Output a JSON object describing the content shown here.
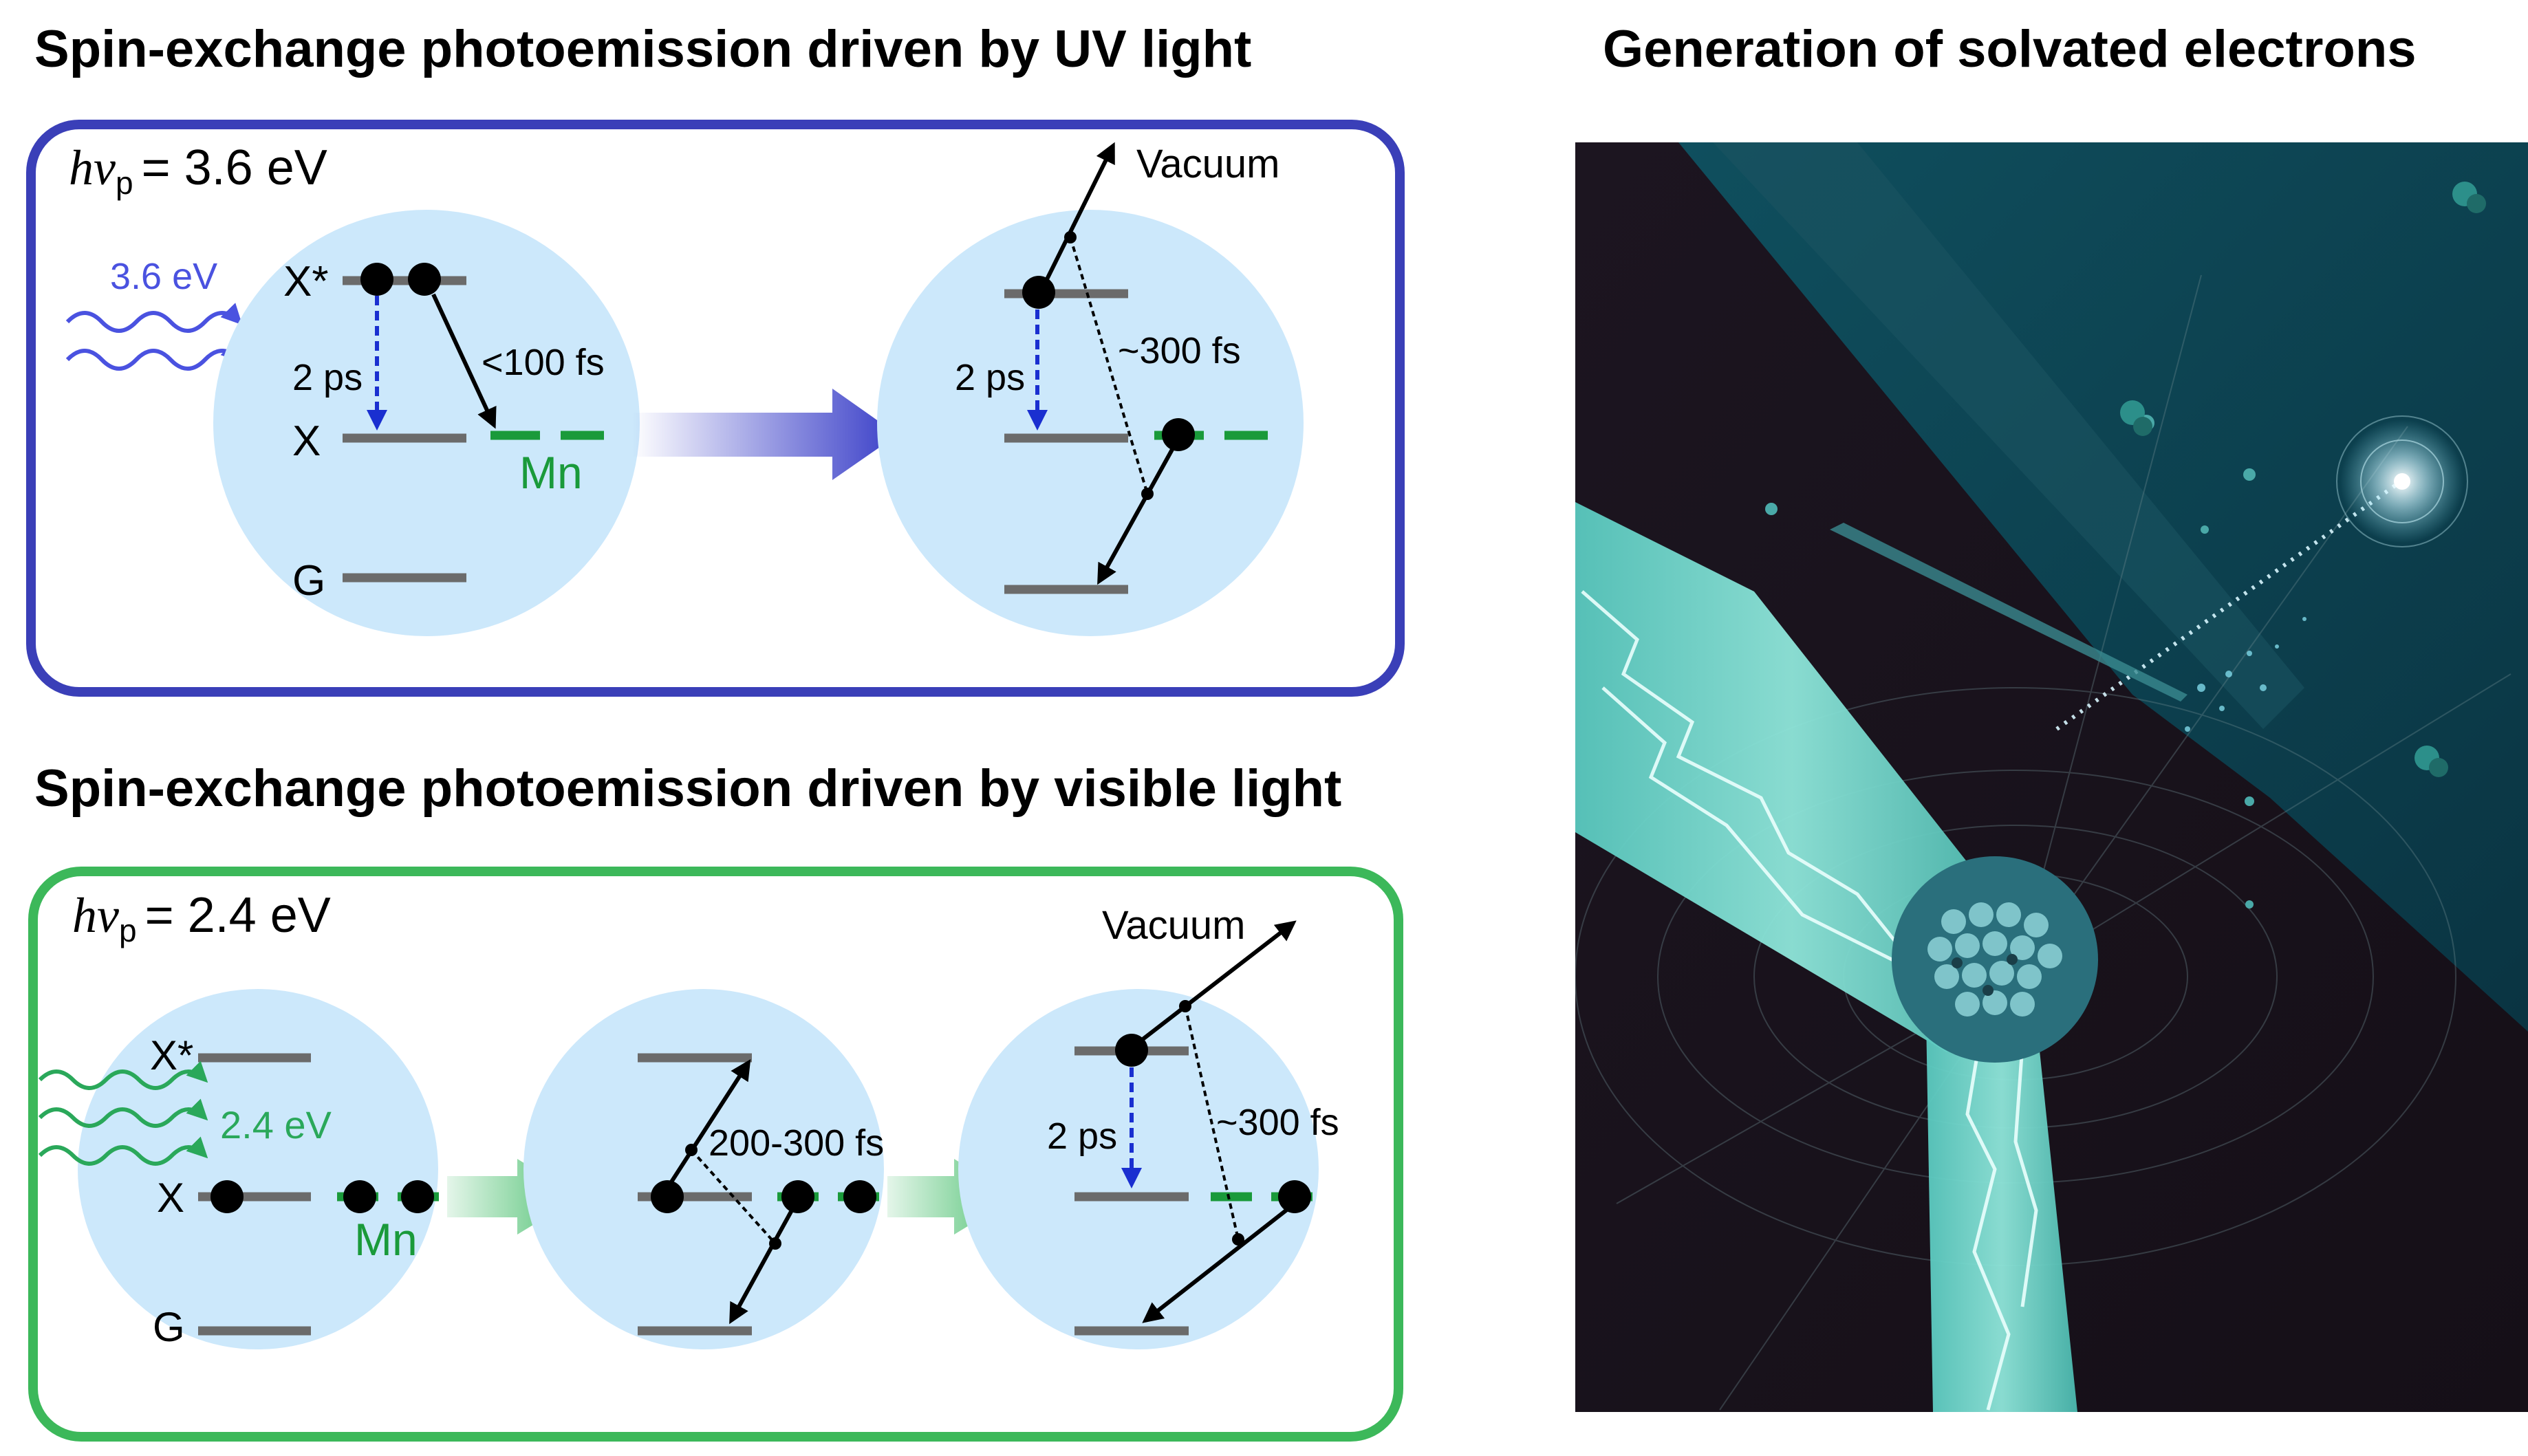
{
  "titles": {
    "uv": "Spin-exchange photoemission driven by UV light",
    "visible": "Spin-exchange photoemission driven by visible light",
    "solvated": "Generation of solvated electrons"
  },
  "uv_panel": {
    "photon_symbol": "hν",
    "photon_sub": "p",
    "photon_value": "= 3.6 eV",
    "incident_label": "3.6 eV",
    "levels": {
      "excited": "X*",
      "exciton": "X",
      "ground": "G",
      "dopant": "Mn"
    },
    "times": {
      "relax": "2 ps",
      "transfer": "<100 fs",
      "relax2": "2 ps",
      "auger": "~300 fs"
    },
    "vacuum": "Vacuum"
  },
  "visible_panel": {
    "photon_symbol": "hν",
    "photon_sub": "p",
    "photon_value": "= 2.4 eV",
    "incident_label": "2.4 eV",
    "levels": {
      "excited": "X*",
      "exciton": "X",
      "ground": "G",
      "dopant": "Mn"
    },
    "times": {
      "exchange": "200-300 fs",
      "relax": "2 ps",
      "auger": "~300 fs"
    },
    "vacuum": "Vacuum"
  },
  "colors": {
    "uv_frame": "#3a3fb8",
    "visible_frame": "#3cb85a",
    "sphere": "#cce8fb",
    "level": "#6b6b6b",
    "mn": "#1a9a3a",
    "uv_arrow": "#3a3fc8",
    "relax_arrow": "#1a2fd0",
    "visible_arrow": "#4cc070"
  }
}
